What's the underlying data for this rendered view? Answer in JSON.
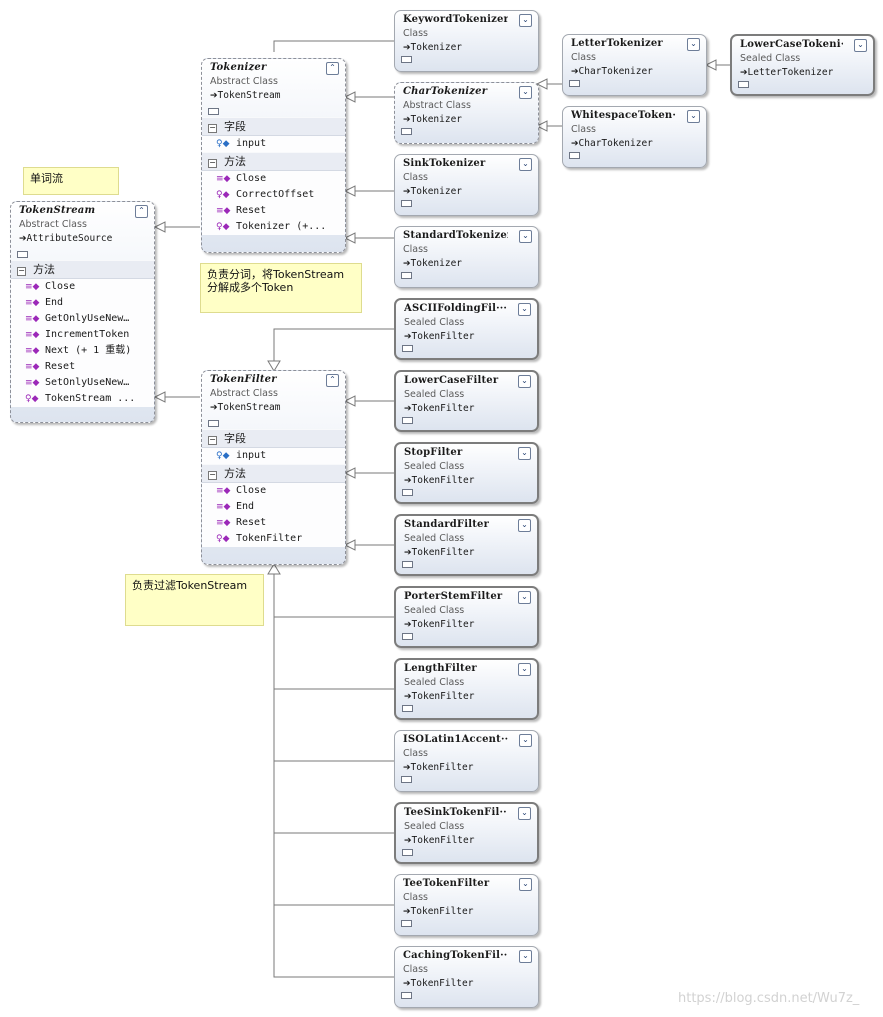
{
  "notes": {
    "word_stream": "单词流",
    "tokenizer_desc": "负责分词，将TokenStream分解成多个Token",
    "filter_desc": "负责过滤TokenStream"
  },
  "watermark": "https://blog.csdn.net/Wu7z_",
  "section_labels": {
    "fields": "字段",
    "methods": "方法"
  },
  "classes": {
    "tokenstream": {
      "name": "TokenStream",
      "kind": "Abstract Class",
      "base": "AttributeSource",
      "methods": [
        "Close",
        "End",
        "GetOnlyUseNew…",
        "IncrementToken",
        "Next (+ 1 重载)",
        "Reset",
        "SetOnlyUseNew…",
        "TokenStream ..."
      ]
    },
    "tokenizer": {
      "name": "Tokenizer",
      "kind": "Abstract Class",
      "base": "TokenStream",
      "fields": [
        "input"
      ],
      "methods": [
        "Close",
        "CorrectOffset",
        "Reset",
        "Tokenizer (+..."
      ]
    },
    "tokenfilter": {
      "name": "TokenFilter",
      "kind": "Abstract Class",
      "base": "TokenStream",
      "fields": [
        "input"
      ],
      "methods": [
        "Close",
        "End",
        "Reset",
        "TokenFilter"
      ]
    },
    "keyword": {
      "name": "KeywordTokenizer",
      "kind": "Class",
      "base": "Tokenizer"
    },
    "chartok": {
      "name": "CharTokenizer",
      "kind": "Abstract Class",
      "base": "Tokenizer"
    },
    "sink": {
      "name": "SinkTokenizer",
      "kind": "Class",
      "base": "Tokenizer"
    },
    "standardtok": {
      "name": "StandardTokenizer",
      "kind": "Class",
      "base": "Tokenizer"
    },
    "letter": {
      "name": "LetterTokenizer",
      "kind": "Class",
      "base": "CharTokenizer"
    },
    "whitespace": {
      "name": "WhitespaceToken···",
      "kind": "Class",
      "base": "CharTokenizer"
    },
    "lowercasetok": {
      "name": "LowerCaseTokeni···",
      "kind": "Sealed Class",
      "base": "LetterTokenizer"
    },
    "ascii": {
      "name": "ASCIIFoldingFil···",
      "kind": "Sealed Class",
      "base": "TokenFilter"
    },
    "lowercasefilter": {
      "name": "LowerCaseFilter",
      "kind": "Sealed Class",
      "base": "TokenFilter"
    },
    "stop": {
      "name": "StopFilter",
      "kind": "Sealed Class",
      "base": "TokenFilter"
    },
    "standardfilter": {
      "name": "StandardFilter",
      "kind": "Sealed Class",
      "base": "TokenFilter"
    },
    "porter": {
      "name": "PorterStemFilter",
      "kind": "Sealed Class",
      "base": "TokenFilter"
    },
    "length": {
      "name": "LengthFilter",
      "kind": "Sealed Class",
      "base": "TokenFilter"
    },
    "iso": {
      "name": "ISOLatin1Accent···",
      "kind": "Class",
      "base": "TokenFilter"
    },
    "teesink": {
      "name": "TeeSinkTokenFil···",
      "kind": "Sealed Class",
      "base": "TokenFilter"
    },
    "tee": {
      "name": "TeeTokenFilter",
      "kind": "Class",
      "base": "TokenFilter"
    },
    "caching": {
      "name": "CachingTokenFil···",
      "kind": "Class",
      "base": "TokenFilter"
    }
  }
}
